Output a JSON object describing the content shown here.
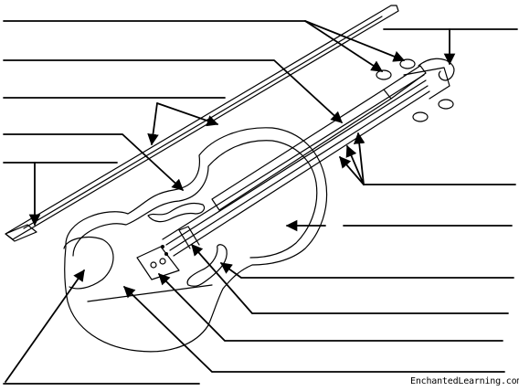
{
  "diagram": {
    "subject": "violin",
    "subject_parts": [
      "scroll",
      "pegs",
      "strings",
      "fingerboard",
      "neck",
      "body",
      "f-holes",
      "bridge",
      "tailpiece",
      "fine-tuners",
      "chinrest",
      "bow"
    ],
    "label_blank_count": 13
  },
  "colors": {
    "line": "#000000",
    "background": "#ffffff"
  },
  "footer": {
    "credit": "EnchantedLearning.com"
  }
}
